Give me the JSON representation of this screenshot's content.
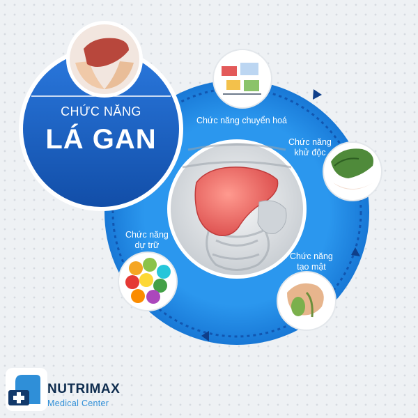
{
  "title": {
    "line1": "CHỨC NĂNG",
    "line2": "LÁ GAN"
  },
  "functions": [
    {
      "id": "metabolism",
      "lines": [
        "Chức năng chuyển hoá"
      ]
    },
    {
      "id": "detox",
      "lines": [
        "Chức năng",
        "khử độc"
      ]
    },
    {
      "id": "bile",
      "lines": [
        "Chức năng",
        "tạo mật"
      ]
    },
    {
      "id": "storage",
      "lines": [
        "Chức năng",
        "dự trữ"
      ]
    }
  ],
  "logo": {
    "name": "NUTRIMAX",
    "subtitle": "Medical Center"
  },
  "colors": {
    "ring_blue": "#1f8de8",
    "title_blue": "#1a5fc9",
    "liver_red": "#e86060",
    "logo_dark": "#0f2d4f",
    "logo_blue": "#2f8fd8"
  }
}
